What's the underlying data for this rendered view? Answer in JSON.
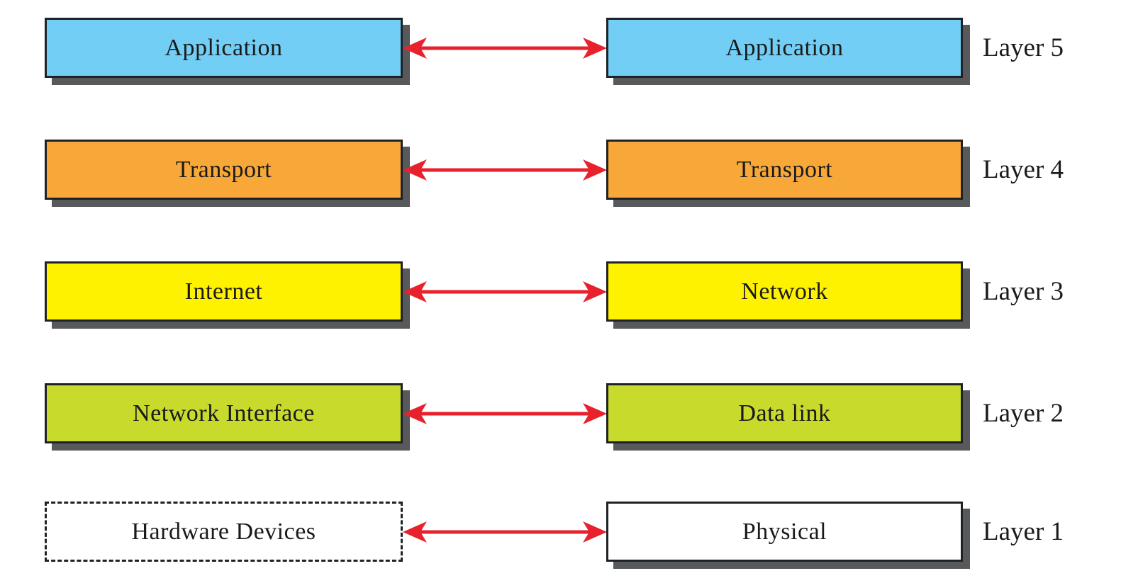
{
  "diagram": {
    "description_rows": "Two protocol stacks connected by bidirectional arrows with layer numbers",
    "rows": [
      {
        "left": "Application",
        "right": "Application",
        "layer": "Layer 5",
        "fill": "#72cef4",
        "left_border": "solid"
      },
      {
        "left": "Transport",
        "right": "Transport",
        "layer": "Layer 4",
        "fill": "#f7a839",
        "left_border": "solid"
      },
      {
        "left": "Internet",
        "right": "Network",
        "layer": "Layer 3",
        "fill": "#fff200",
        "left_border": "solid"
      },
      {
        "left": "Network Interface",
        "right": "Data link",
        "layer": "Layer 2",
        "fill": "#c8db2d",
        "left_border": "solid"
      },
      {
        "left": "Hardware Devices",
        "right": "Physical",
        "layer": "Layer 1",
        "fill": "#ffffff",
        "left_border": "dashed"
      }
    ],
    "colors": {
      "arrow": "#e8222d",
      "shadow": "#58595b",
      "border": "#1e2226",
      "text": "#1a1a1a",
      "background": "#ffffff"
    }
  }
}
